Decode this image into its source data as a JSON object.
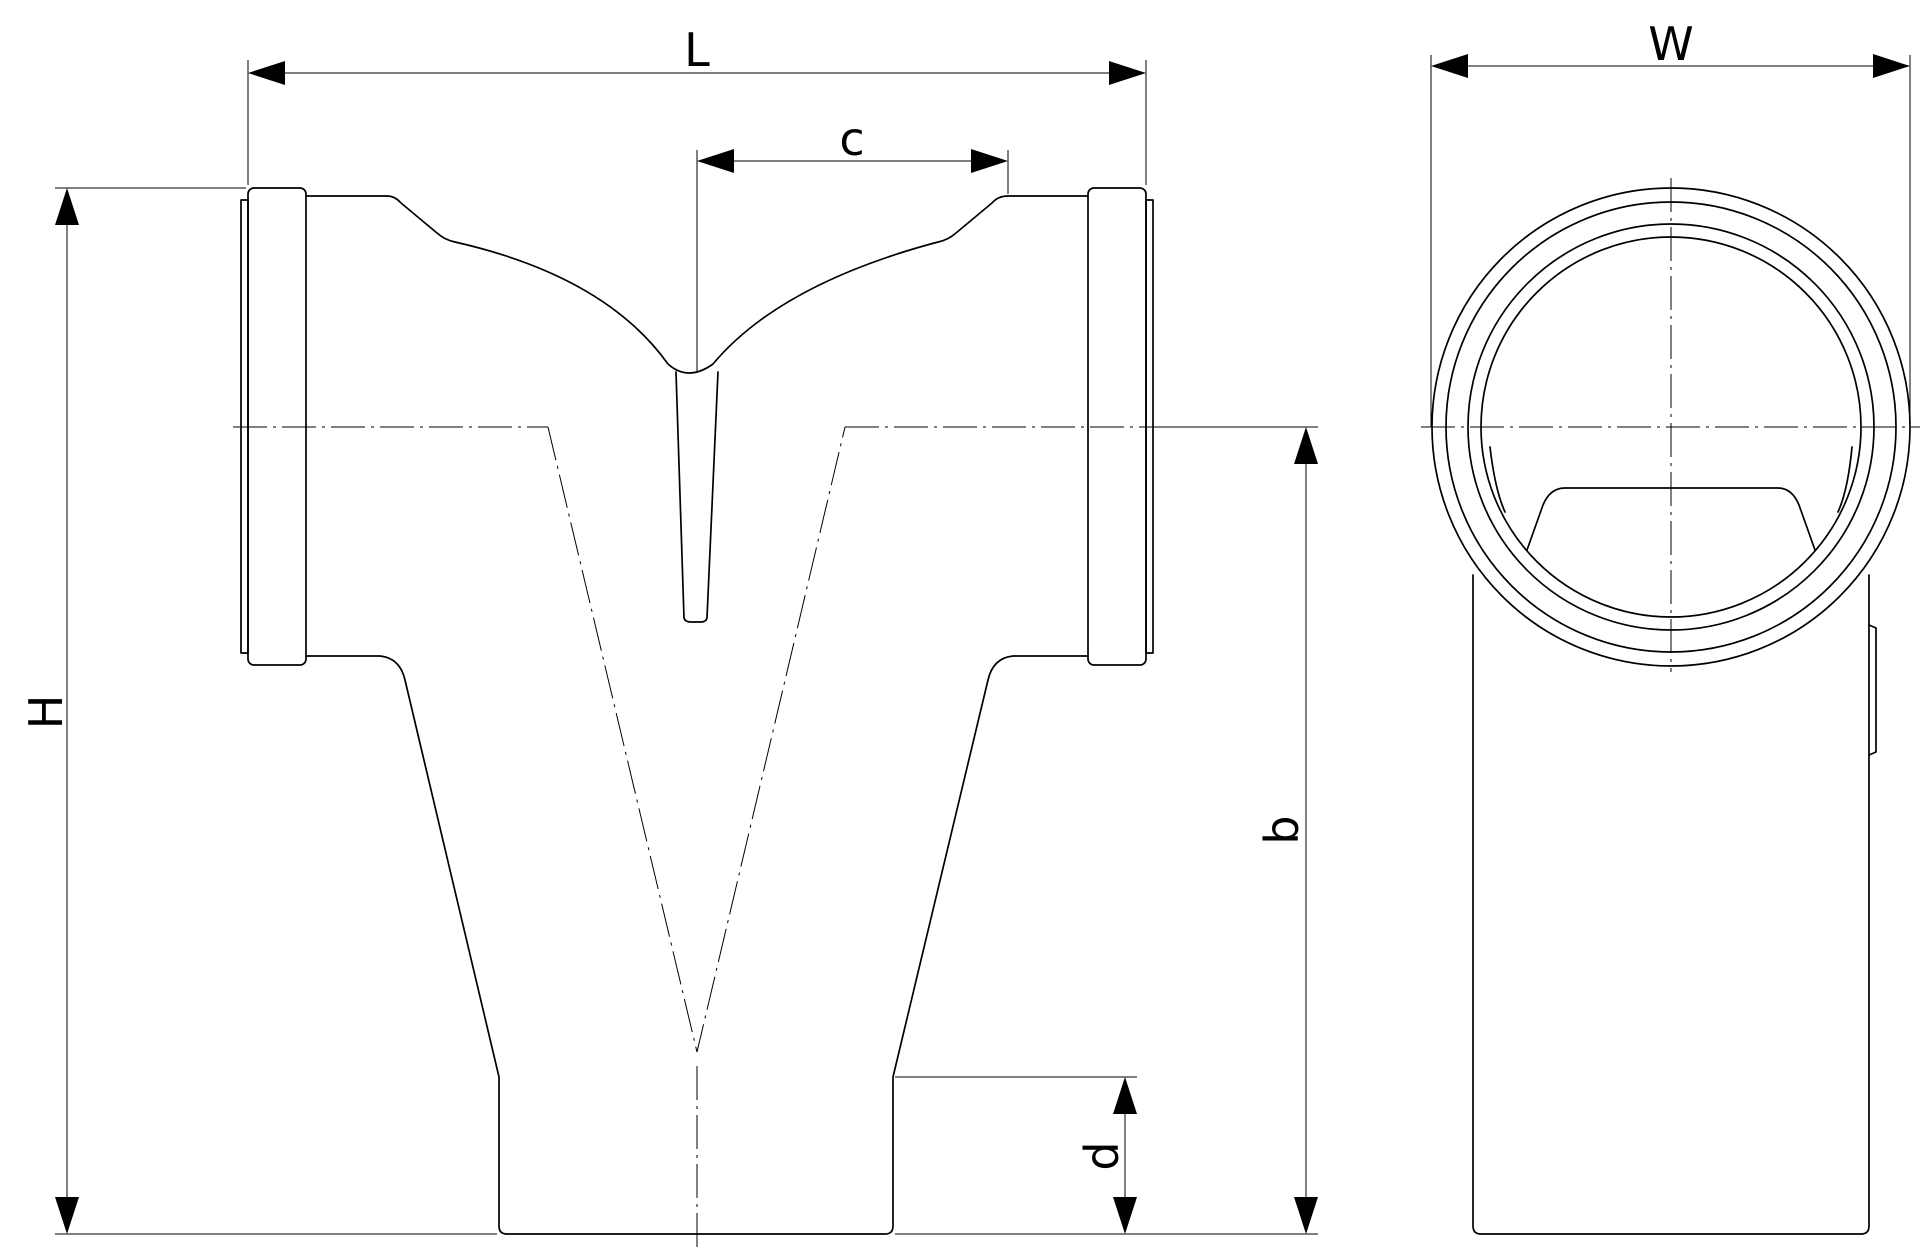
{
  "dimensions": {
    "L": "L",
    "c": "c",
    "W": "W",
    "H": "H",
    "b": "b",
    "d": "d"
  },
  "colors": {
    "line": "#000000",
    "background": "#ffffff"
  }
}
